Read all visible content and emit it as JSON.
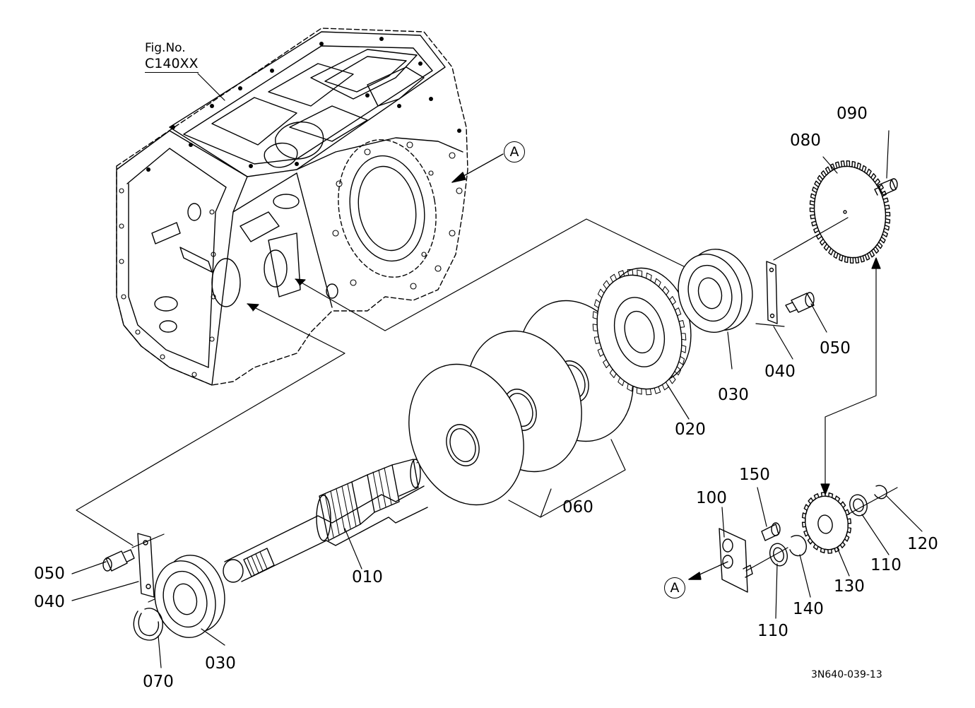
{
  "figure": {
    "fig_label": "Fig.No.",
    "fig_number": "C140XX",
    "diagram_code": "3N640-039-13"
  },
  "callouts": {
    "a_top": "A",
    "a_bottom": "A"
  },
  "parts": {
    "p010": "010",
    "p020": "020",
    "p030_right": "030",
    "p030_left": "030",
    "p040_right": "040",
    "p040_left": "040",
    "p050_right": "050",
    "p050_left": "050",
    "p060": "060",
    "p070": "070",
    "p080": "080",
    "p090": "090",
    "p100": "100",
    "p110_right": "110",
    "p110_left": "110",
    "p120": "120",
    "p130": "130",
    "p140": "140",
    "p150": "150"
  }
}
